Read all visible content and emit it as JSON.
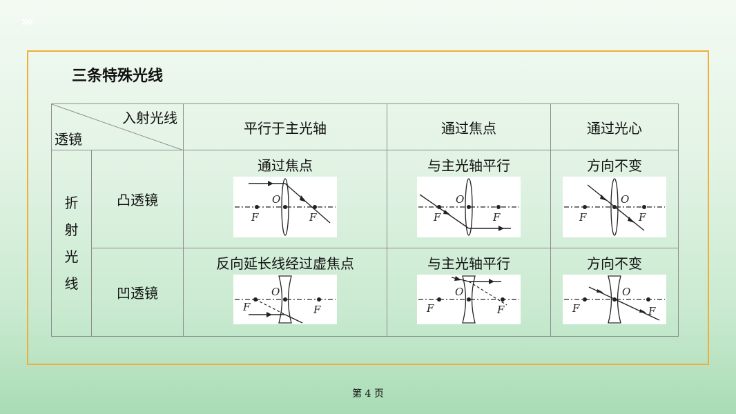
{
  "header": {
    "nav_icon": "triple-chevron-icon"
  },
  "title": "三条特殊光线",
  "table": {
    "corner_top": "入射光线",
    "corner_bottom": "透镜",
    "columns": [
      "平行于主光轴",
      "通过焦点",
      "通过光心"
    ],
    "group_label": [
      "折",
      "射",
      "光",
      "线"
    ],
    "rows": [
      {
        "lens": "凸透镜",
        "rules": [
          "通过焦点",
          "与主光轴平行",
          "方向不变"
        ]
      },
      {
        "lens": "凹透镜",
        "rules": [
          "反向延长线经过虚焦点",
          "与主光轴平行",
          "方向不变"
        ]
      }
    ],
    "diagram_labels": {
      "focus": "F",
      "center": "O"
    }
  },
  "footer": {
    "page_prefix": "第",
    "page_number": "4",
    "page_suffix": "页"
  }
}
